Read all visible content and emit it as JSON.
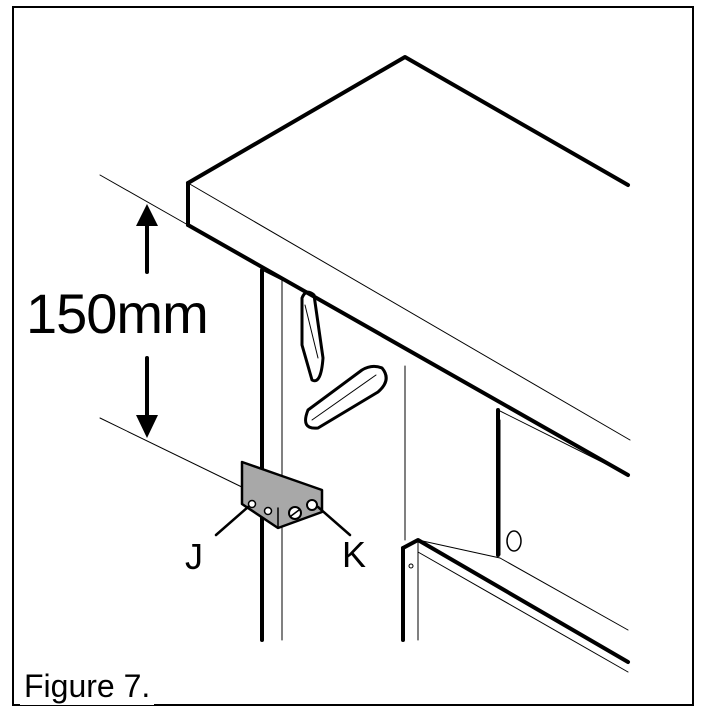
{
  "figure": {
    "dimension_label": "150mm",
    "callouts": {
      "j": "J",
      "k": "K"
    },
    "caption": "Figure 7."
  },
  "colors": {
    "line": "#000000",
    "bracket_fill": "#a8a8a8",
    "background": "#ffffff"
  }
}
